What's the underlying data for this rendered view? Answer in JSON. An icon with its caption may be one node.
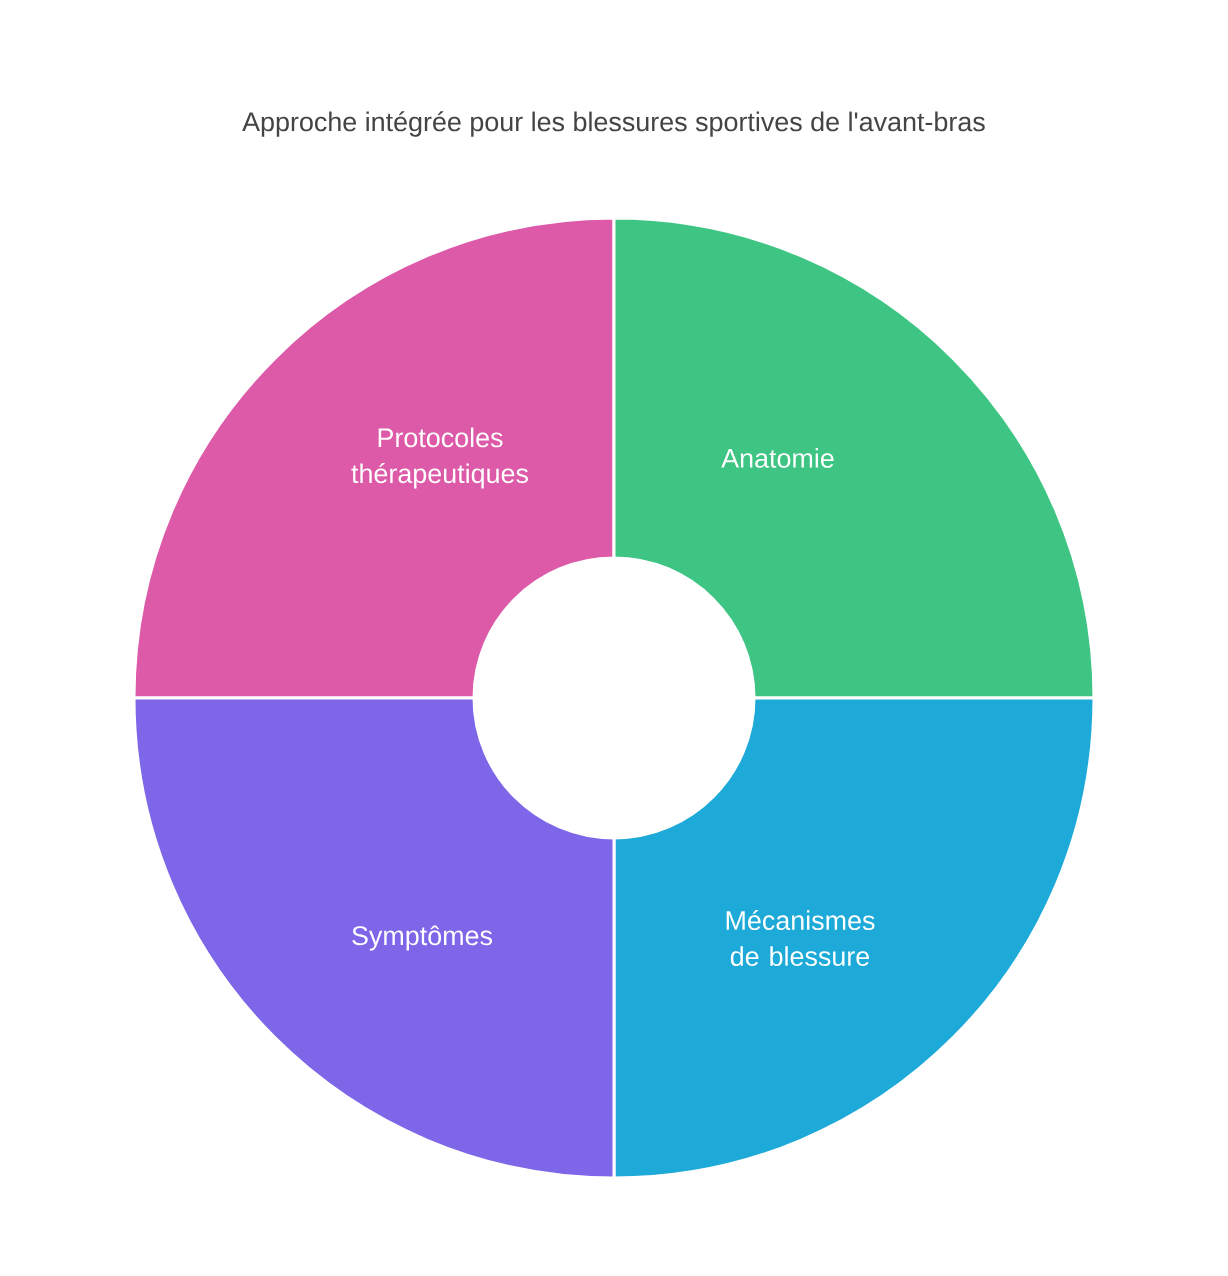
{
  "diagram": {
    "title": "Approche intégrée pour les blessures sportives de l'avant-bras",
    "nodes": [
      {
        "text": [
          "Protocoles thérapeutiques"
        ]
      },
      {
        "text": [
          "Anatomie"
        ]
      },
      {
        "text": [
          "Mécanismes de blessure"
        ]
      },
      {
        "text": [
          "Symptômes"
        ]
      }
    ]
  }
}
